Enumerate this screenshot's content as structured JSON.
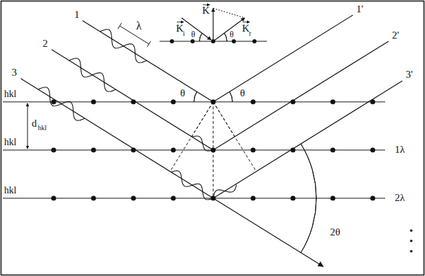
{
  "diagram": {
    "labels": [
      "1",
      "2",
      "3",
      "1'",
      "2'",
      "3'",
      "λ",
      "K",
      "K",
      "i",
      "K",
      "r",
      "θ",
      "θ",
      "θ",
      "θ",
      "hkl",
      "hkl",
      "hkl",
      "d",
      "hkl",
      "1λ",
      "2λ",
      "2θ"
    ]
  }
}
